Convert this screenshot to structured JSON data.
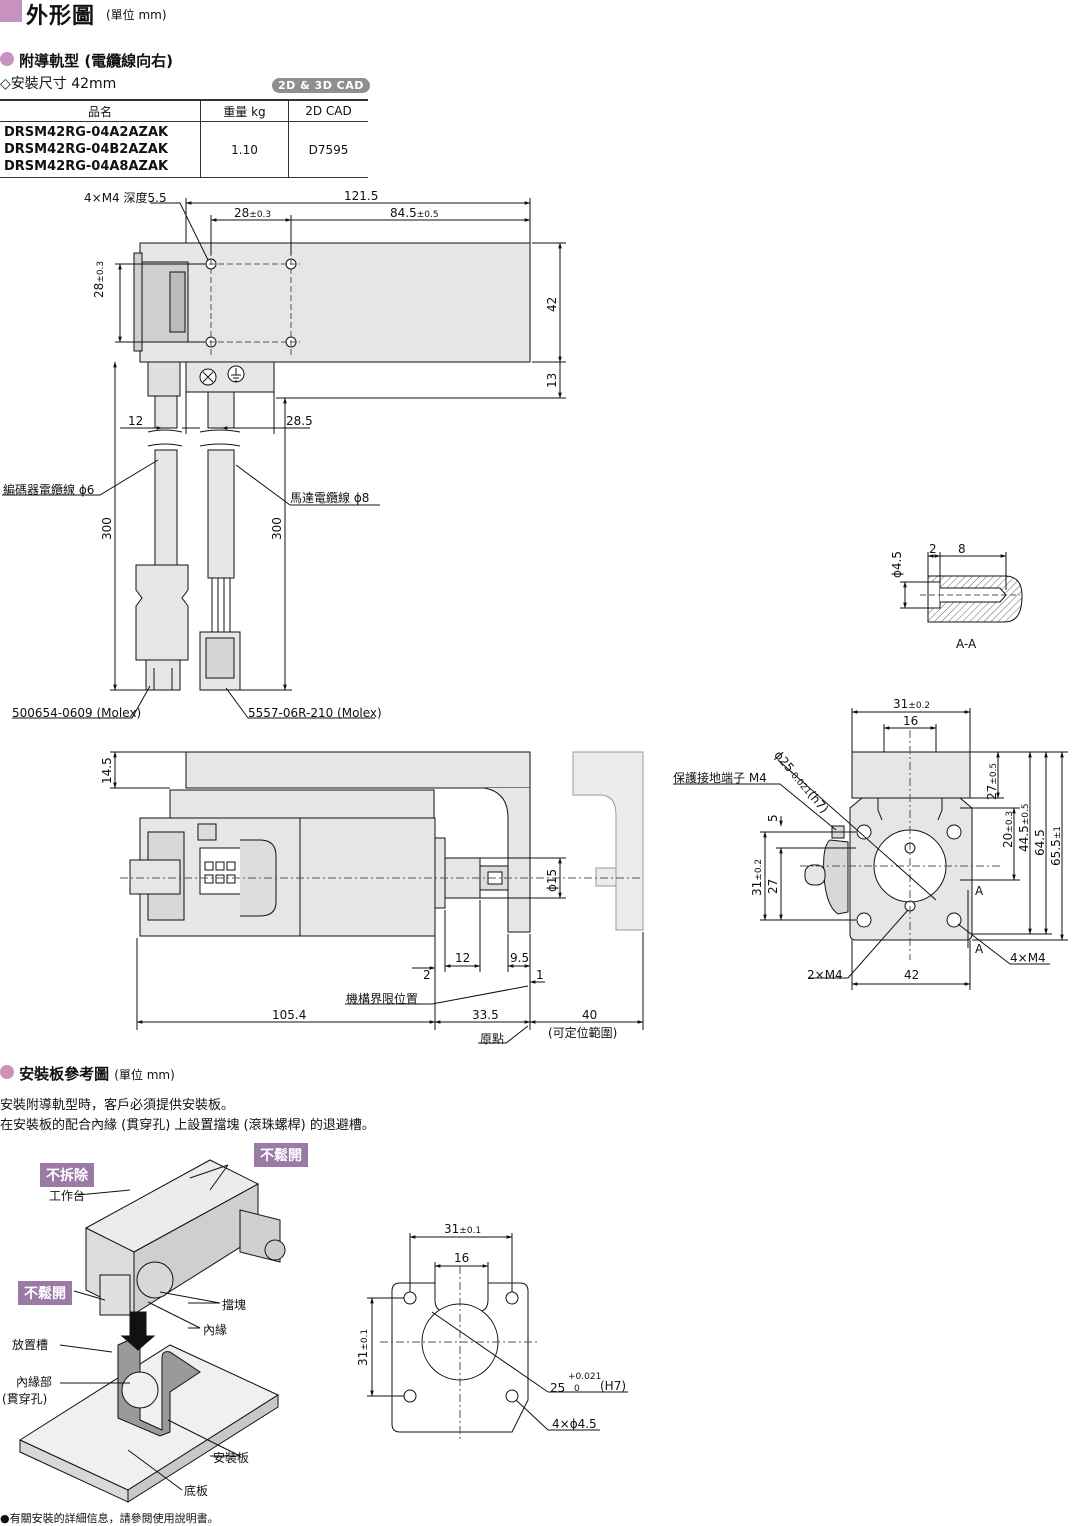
{
  "header": {
    "title": "外形圖",
    "unit": "(單位 mm)"
  },
  "section1": {
    "title": "附導軌型 (電纜線向右)",
    "mount_size": "◇安裝尺寸 42mm",
    "cad_badge": "2D & 3D CAD"
  },
  "spec_table": {
    "headers": [
      "品名",
      "重量 kg",
      "2D CAD"
    ],
    "models": [
      "DRSM42RG-04A2AZAK",
      "DRSM42RG-04B2AZAK",
      "DRSM42RG-04A8AZAK"
    ],
    "weight": "1.10",
    "cad": "D7595"
  },
  "top_view": {
    "tap_holes": "4×M4 深度5.5",
    "len_total": "121.5",
    "pitch1": "28",
    "pitch1_tol": "±0.3",
    "pitch2": "84.5",
    "pitch2_tol": "±0.5",
    "vpitch": "28",
    "vpitch_tol": "±0.3",
    "height": "42",
    "offset": "13",
    "d12": "12",
    "d285": "28.5",
    "enc_cable": "編碼器電纜線 ϕ6",
    "mot_cable": "馬達電纜線 ϕ8",
    "cable_len1": "300",
    "cable_len2": "300",
    "conn1": "500654-0609 (Molex)",
    "conn2": "5557-06R-210 (Molex)"
  },
  "section_aa": {
    "dia": "ϕ4.5",
    "d2": "2",
    "d8": "8",
    "label": "A-A"
  },
  "side_view": {
    "h145": "14.5",
    "phi15": "ϕ15",
    "d2": "2",
    "d12": "12",
    "d95": "9.5",
    "d1": "1",
    "limit": "機構界限位置",
    "d1054": "105.4",
    "d335": "33.5",
    "d40": "40",
    "origin": "原點",
    "range": "(可定位範圍)"
  },
  "front_view": {
    "d31": "31",
    "d31_tol": "±0.2",
    "d16": "16",
    "phi25": "ϕ25",
    "phi25_tol": "-0.021",
    "phi25_fit": "(h7)",
    "ground": "保護接地端子 M4",
    "d27": "27",
    "d27_tol": "±0.5",
    "d20": "20",
    "d20_tol": "±0.3",
    "d445": "44.5",
    "d445_tol": "±0.5",
    "d645": "64.5",
    "d655": "65.5",
    "d655_tol": "±1",
    "d5": "5",
    "d31v": "31",
    "d31v_tol": "±0.2",
    "d27v": "27",
    "a": "A",
    "m4_2": "2×M4",
    "m4_4": "4×M4",
    "d42": "42"
  },
  "section2": {
    "title": "安裝板參考圖",
    "unit": "(單位 mm)",
    "line1": "安裝附導軌型時，客戶必須提供安裝板。",
    "line2": "在安裝板的配合內緣 (貫穿孔) 上設置擋塊 (滾珠螺桿) 的退避槽。"
  },
  "illustration": {
    "tag_no_remove": "不拆除",
    "tag_no_loosen_top": "不鬆開",
    "tag_no_loosen_left": "不鬆開",
    "worktable": "工作台",
    "stopper": "擋塊",
    "inner": "內緣",
    "slot": "放置槽",
    "inner_part": "內緣部",
    "through": "(貫穿孔)",
    "plate": "安裝板",
    "base": "底板"
  },
  "plate_drawing": {
    "d31": "31",
    "d31_tol": "±0.1",
    "d16": "16",
    "d31v": "31",
    "d31v_tol": "±0.1",
    "d25": "25",
    "d25_tol_up": "+0.021",
    "d25_tol_dn": "0",
    "d25_fit": "(H7)",
    "holes": "4×ϕ4.5"
  },
  "footer": "●有關安裝的詳細信息，請參閱使用說明書。"
}
